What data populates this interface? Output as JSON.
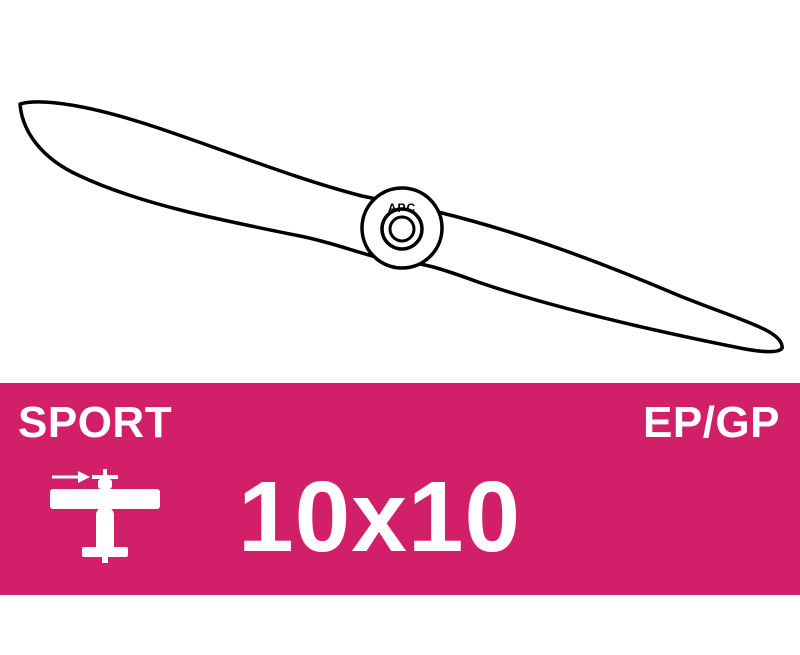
{
  "colors": {
    "banner": "#d21f69",
    "text": "#ffffff",
    "outline": "#000000"
  },
  "hub": {
    "logo_text": "APC"
  },
  "banner": {
    "category": "SPORT",
    "fuel_type": "EP/GP",
    "size": "10x10",
    "icon": "airplane-icon"
  }
}
